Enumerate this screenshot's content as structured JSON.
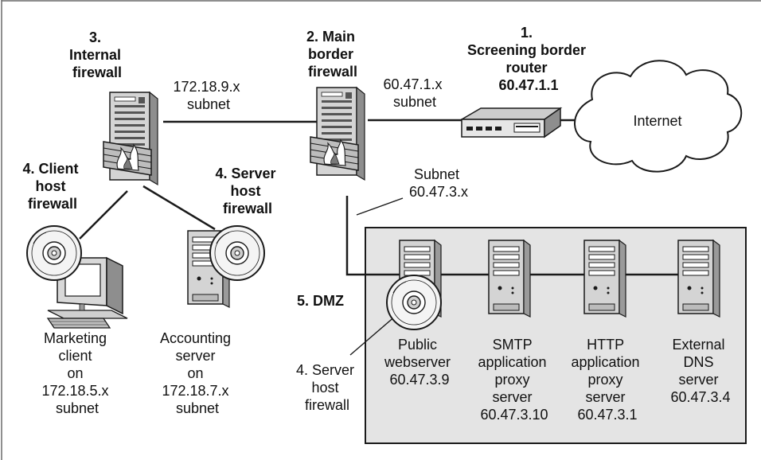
{
  "labels": {
    "internal_fw": [
      "3.",
      "Internal",
      "firewall"
    ],
    "main_fw": [
      "2. Main",
      "border",
      "firewall"
    ],
    "router": [
      "1.",
      "Screening border",
      "router",
      "60.47.1.1"
    ],
    "internet": "Internet",
    "subnet_172_9": [
      "172.18.9.x",
      "subnet"
    ],
    "subnet_60_1": [
      "60.47.1.x",
      "subnet"
    ],
    "subnet_60_3": [
      "Subnet",
      "60.47.3.x"
    ],
    "client_fw": [
      "4. Client",
      "host",
      "firewall"
    ],
    "server_fw": [
      "4. Server",
      "host",
      "firewall"
    ],
    "dmz": "5. DMZ",
    "dmz_server_fw": [
      "4. Server",
      "host",
      "firewall"
    ],
    "marketing": [
      "Marketing",
      "client",
      "on",
      "172.18.5.x",
      "subnet"
    ],
    "accounting": [
      "Accounting",
      "server",
      "on",
      "172.18.7.x",
      "subnet"
    ],
    "web": [
      "Public",
      "webserver",
      "60.47.3.9"
    ],
    "smtp": [
      "SMTP",
      "application",
      "proxy",
      "server",
      "60.47.3.10"
    ],
    "http": [
      "HTTP",
      "application",
      "proxy",
      "server",
      "60.47.3.1"
    ],
    "dns": [
      "External",
      "DNS",
      "server",
      "60.47.3.4"
    ]
  },
  "colors": {
    "dmz_fill": "#e4e4e4",
    "outline": "#1a1a1a",
    "device_fill": "#d6d6d6"
  }
}
